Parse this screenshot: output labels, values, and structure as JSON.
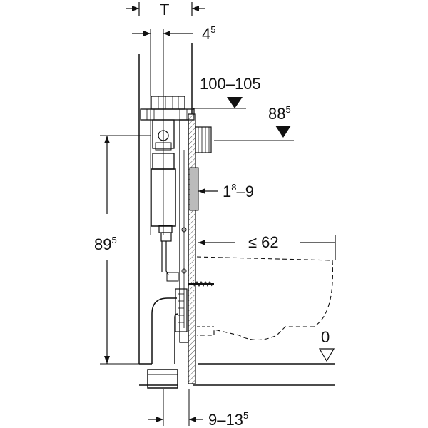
{
  "dimensions": {
    "top_width": "T",
    "offset_main": "4",
    "offset_sup": "5",
    "frame_height": "100–105",
    "inlet_main": "88",
    "inlet_sup": "5",
    "panel_main": "1",
    "panel_sup": "8",
    "panel_rest": "–9",
    "bowl_projection": "≤ 62",
    "height_main": "89",
    "height_sup": "5",
    "floor_level": "0",
    "bottom_main": "9–13",
    "bottom_sup": "5"
  }
}
